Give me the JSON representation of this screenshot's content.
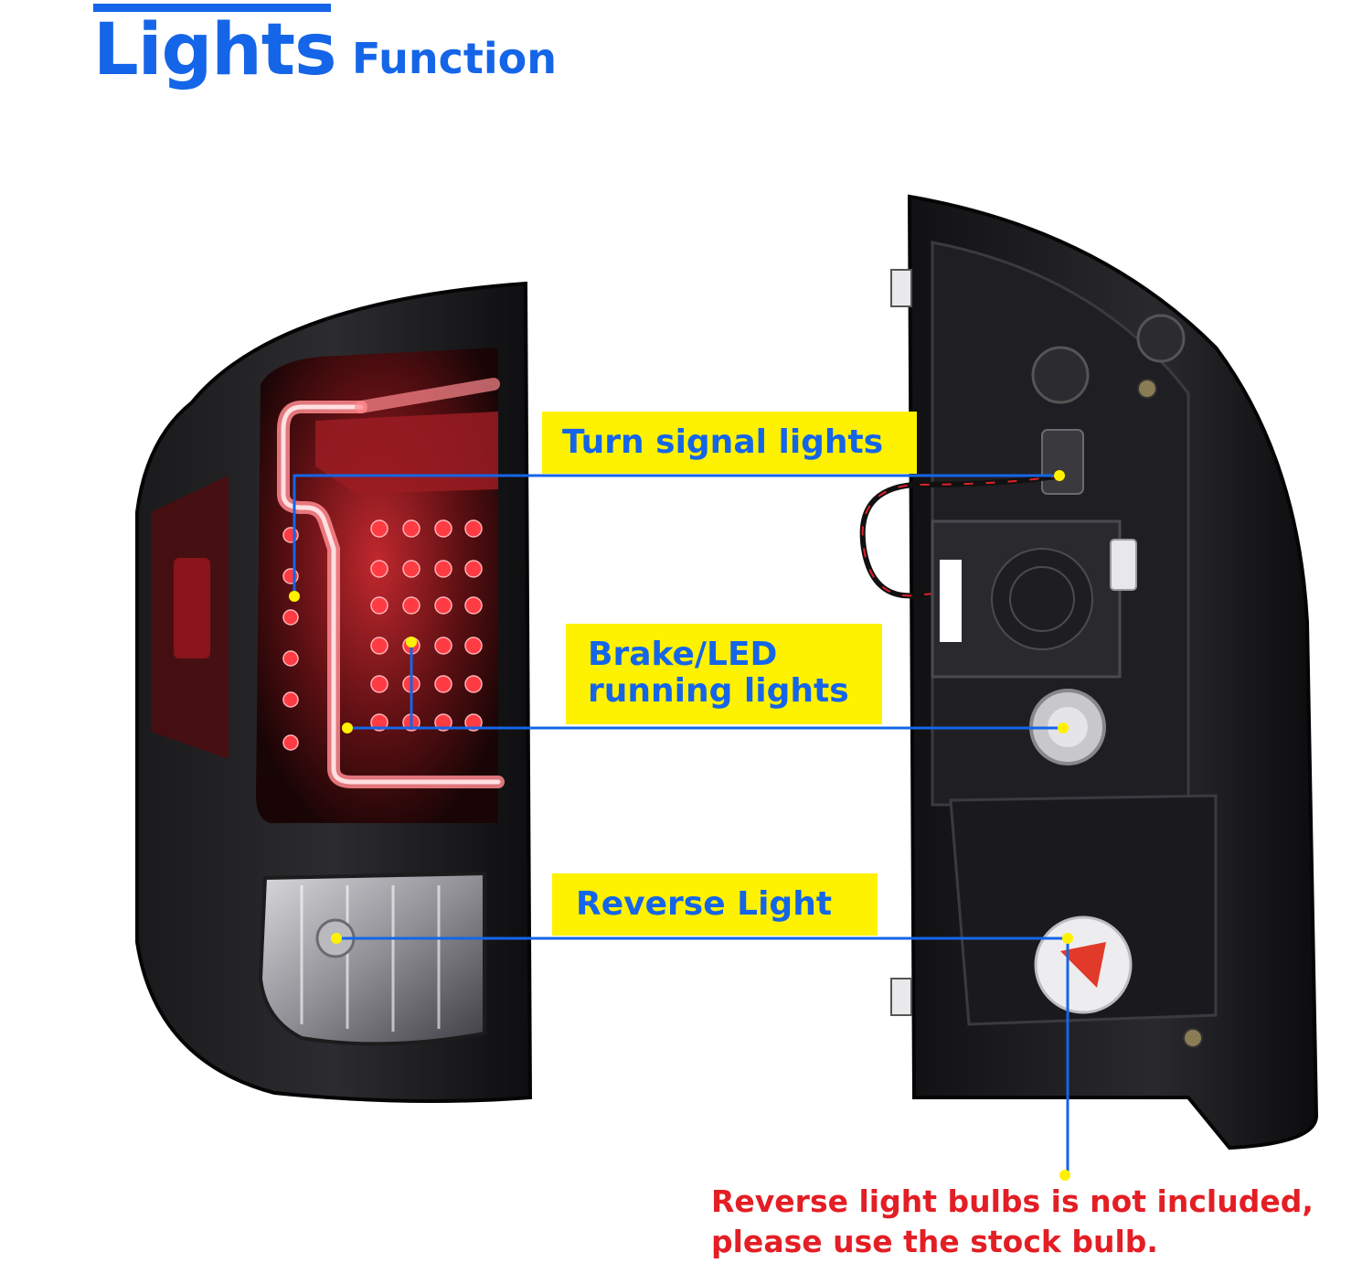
{
  "header": {
    "title_main": "Lights",
    "title_sub": "Function"
  },
  "labels": {
    "turn_signal": "Turn signal lights",
    "brake_line1": "Brake/LED",
    "brake_line2": "running lights",
    "reverse": "Reverse Light"
  },
  "note": {
    "line1": "Reverse light bulbs is not included,",
    "line2": "please use the stock bulb."
  },
  "colors": {
    "accent_blue": "#1565e8",
    "label_yellow": "#fff200",
    "note_red": "#e31e24",
    "led_red": "#e0202a"
  }
}
